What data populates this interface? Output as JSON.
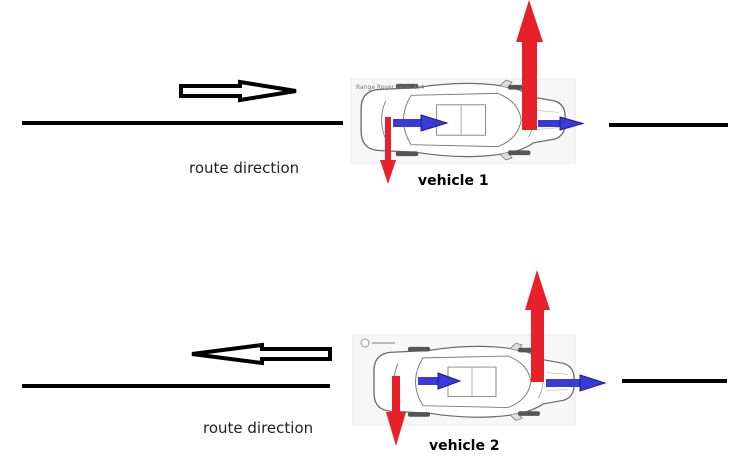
{
  "colors": {
    "road": "#000000",
    "red_arrow": "#e8202a",
    "blue_arrow": "#3a3ad8",
    "photo_bg": "#f2f2f2",
    "car_line": "#6a6a6a"
  },
  "scene1": {
    "route_label": "route direction",
    "vehicle_label": "vehicle 1",
    "photo_caption": "Range Rover Velar 4x4",
    "route_arrow": "right"
  },
  "scene2": {
    "route_label": "route direction",
    "vehicle_label": "vehicle 2",
    "route_arrow": "left"
  }
}
